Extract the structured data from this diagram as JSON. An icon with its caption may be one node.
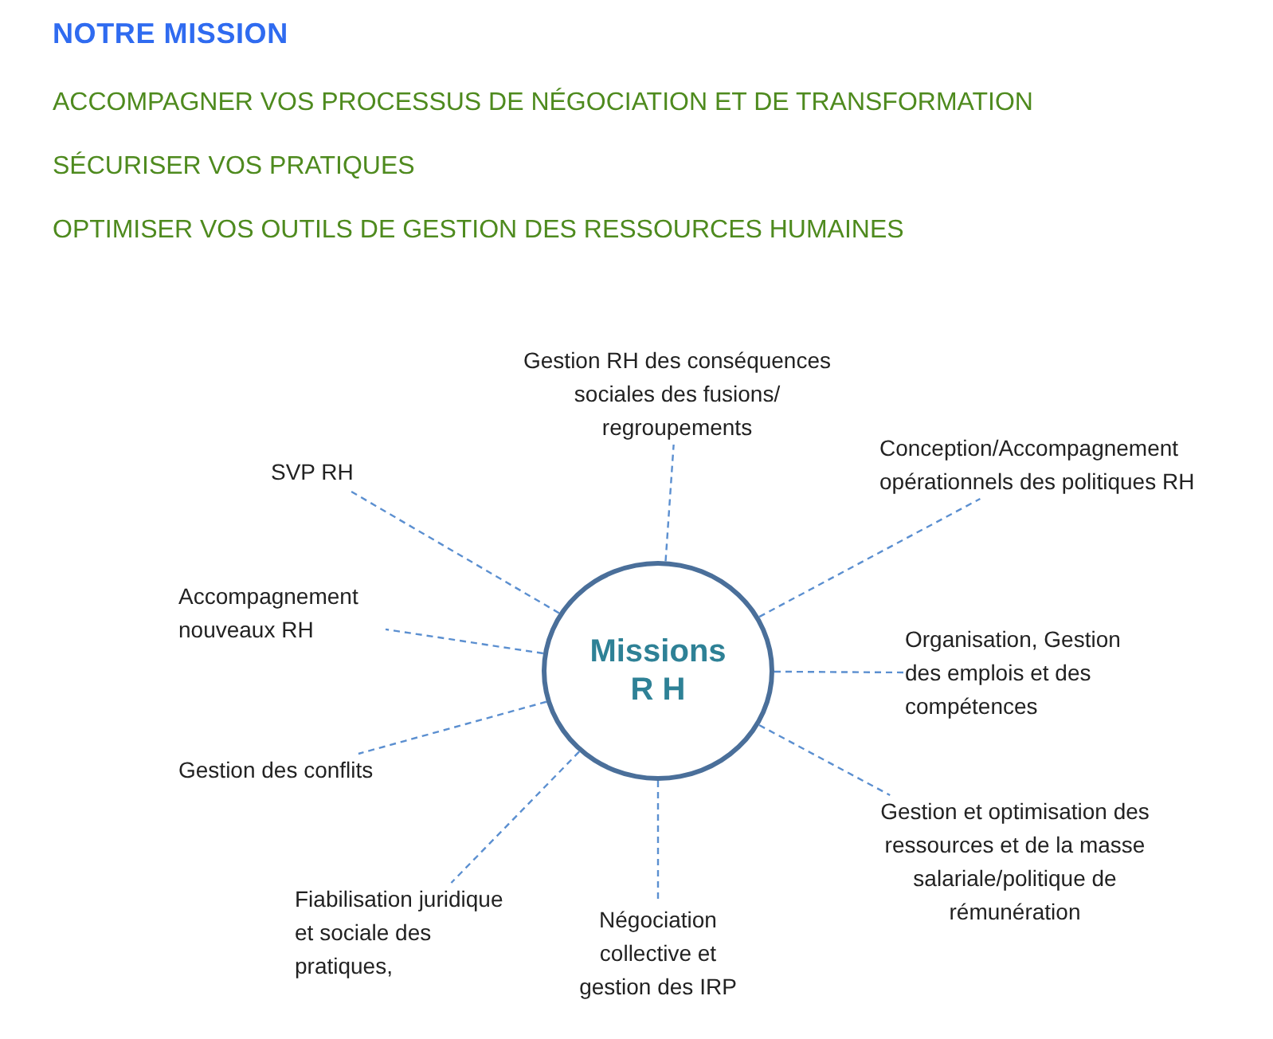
{
  "diagram": {
    "title": "NOTRE MISSION",
    "labels": [
      "ACCOMPAGNER VOS PROCESSUS DE NÉGOCIATION ET DE TRANSFORMATION",
      "SÉCURISER VOS PRATIQUES",
      "OPTIMISER VOS OUTILS DE GESTION DES RESSOURCES HUMAINES"
    ],
    "nodes": [
      {
        "text": [
          "Missions R H"
        ]
      },
      {
        "text": [
          "Gestion RH des conséquences sociales des fusions/ regroupements"
        ]
      },
      {
        "text": [
          "Conception/Accompagnement opérationnels des politiques RH"
        ]
      },
      {
        "text": [
          "Organisation, Gestion des emplois et des compétences"
        ]
      },
      {
        "text": [
          "Gestion et optimisation des ressources et de la masse salariale/politique de rémunération"
        ]
      },
      {
        "text": [
          "Négociation collective et gestion des IRP"
        ]
      },
      {
        "text": [
          "Fiabilisation juridique et sociale des pratiques,"
        ]
      },
      {
        "text": [
          "Gestion des conflits"
        ]
      },
      {
        "text": [
          "Accompagnement nouveaux RH"
        ]
      },
      {
        "text": [
          "SVP RH"
        ]
      }
    ],
    "edges": [
      {
        "from": 0,
        "to": 1,
        "arrow": "none",
        "style": "dashed"
      },
      {
        "from": 0,
        "to": 2,
        "arrow": "none",
        "style": "dashed"
      },
      {
        "from": 0,
        "to": 3,
        "arrow": "none",
        "style": "dashed"
      },
      {
        "from": 0,
        "to": 4,
        "arrow": "none",
        "style": "dashed"
      },
      {
        "from": 0,
        "to": 5,
        "arrow": "none",
        "style": "dashed"
      },
      {
        "from": 0,
        "to": 6,
        "arrow": "none",
        "style": "dashed"
      },
      {
        "from": 0,
        "to": 7,
        "arrow": "none",
        "style": "dashed"
      },
      {
        "from": 0,
        "to": 8,
        "arrow": "none",
        "style": "dashed"
      },
      {
        "from": 0,
        "to": 9,
        "arrow": "none",
        "style": "dashed"
      }
    ]
  }
}
